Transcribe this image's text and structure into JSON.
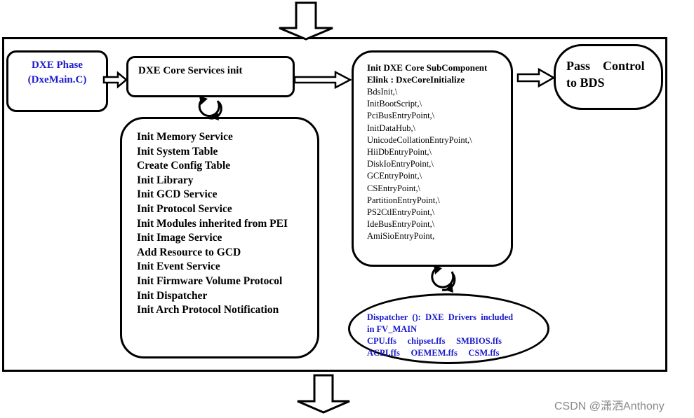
{
  "dxe_phase": {
    "line1": "DXE Phase",
    "line2": "(DxeMain.C)"
  },
  "core_services": {
    "title": "DXE Core Services init"
  },
  "init_list": [
    "Init Memory Service",
    "Init System Table",
    "Create Config Table",
    "Init Library",
    "Init GCD Service",
    "Init Protocol Service",
    "Init Modules inherited from PEI",
    "Init Image Service",
    "Add Resource to GCD",
    "Init Event Service",
    "Init Firmware Volume Protocol",
    "Init Dispatcher",
    "Init Arch Protocol Notification"
  ],
  "subcomponent": {
    "title1": "Init DXE Core SubComponent",
    "title2": "Elink : DxeCoreInitialize",
    "items": [
      "BdsInit,\\",
      "InitBootScript,\\",
      "PciBusEntryPoint,\\",
      "InitDataHub,\\",
      "UnicodeCollationEntryPoint,\\",
      "HiiDbEntryPoint,\\",
      "DiskIoEntryPoint,\\",
      "GCEntryPoint,\\",
      "CSEntryPoint,\\",
      "PartitionEntryPoint,\\",
      "PS2CtlEntryPoint,\\",
      "IdeBusEntryPoint,\\",
      "AmiSioEntryPoint,"
    ]
  },
  "bds": {
    "line1": "Pass    Control",
    "line2": "to BDS"
  },
  "dispatcher": {
    "line1": "Dispatcher  ():  DXE  Drivers  included",
    "line2": "in FV_MAIN",
    "line3": "CPU.ffs     chipset.ffs     SMBIOS.ffs",
    "line4": "ACPI.ffs     OEMEM.ffs     CSM.ffs"
  },
  "watermark": "CSDN @潇洒Anthony",
  "colors": {
    "blue_text": "#1a1acc",
    "line": "#000000"
  }
}
